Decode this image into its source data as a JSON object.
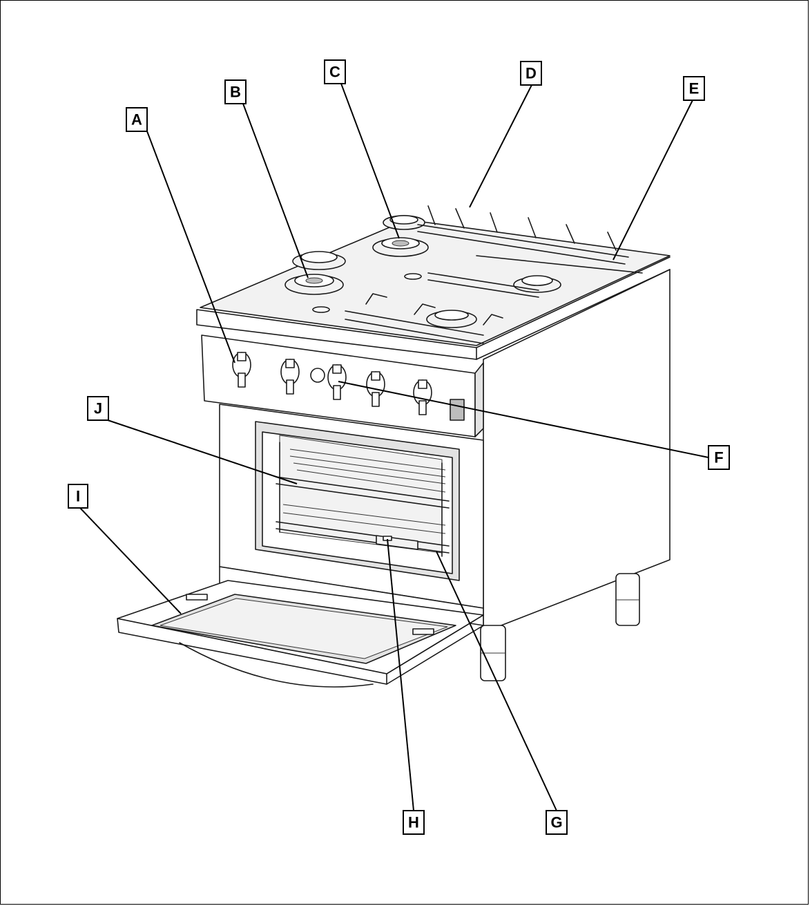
{
  "callouts": [
    {
      "id": "A",
      "label": "A"
    },
    {
      "id": "B",
      "label": "B"
    },
    {
      "id": "C",
      "label": "C"
    },
    {
      "id": "D",
      "label": "D"
    },
    {
      "id": "E",
      "label": "E"
    },
    {
      "id": "F",
      "label": "F"
    },
    {
      "id": "G",
      "label": "G"
    },
    {
      "id": "H",
      "label": "H"
    },
    {
      "id": "I",
      "label": "I"
    },
    {
      "id": "J",
      "label": "J"
    }
  ]
}
